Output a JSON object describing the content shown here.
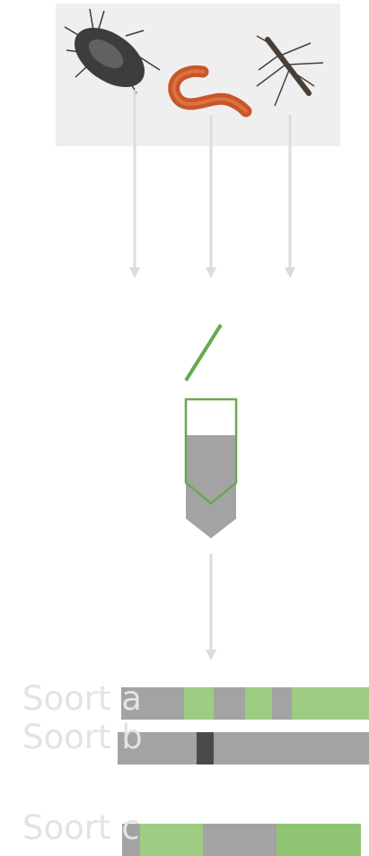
{
  "species_panel": {
    "background": "#efefef",
    "organisms": [
      "beetle-icon",
      "worm-icon",
      "water-bug-icon"
    ]
  },
  "colors": {
    "arrow": "#dcdcdc",
    "green": "#6aa84f",
    "light_green": "#9dcc82",
    "gray": "#a3a3a3",
    "dark_gray": "#4a4a4a",
    "label": "#e3e3e3"
  },
  "barcodes": [
    {
      "prefix": "Soort ",
      "letter": "a"
    },
    {
      "prefix": "Soort ",
      "letter": "b"
    },
    {
      "prefix": "Soort ",
      "letter": "c"
    }
  ]
}
